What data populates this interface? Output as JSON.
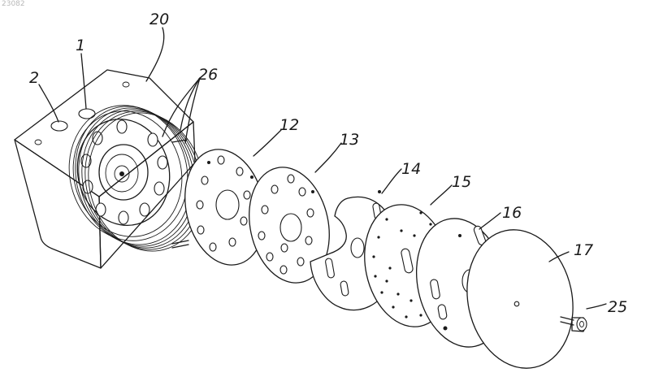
{
  "watermark": "23082",
  "labels": {
    "l20": "20",
    "l1": "1",
    "l2": "2",
    "l26": "26",
    "l12": "12",
    "l13": "13",
    "l14": "14",
    "l15": "15",
    "l16": "16",
    "l17": "17",
    "l25": "25"
  }
}
